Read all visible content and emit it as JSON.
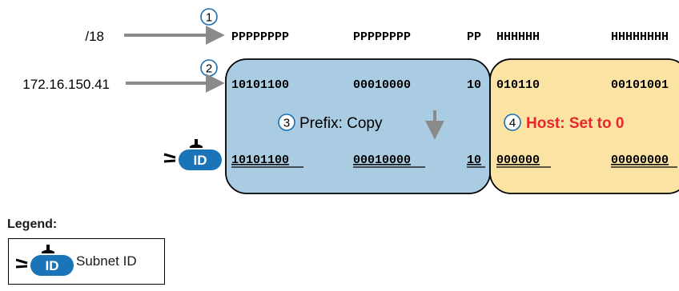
{
  "step_numbers": [
    "1",
    "2",
    "3",
    "4"
  ],
  "inputs": {
    "mask_label": "/18",
    "ip_label": "172.16.150.41"
  },
  "pattern_row": [
    "PPPPPPPP",
    "PPPPPPPP",
    "PP",
    "HHHHHH",
    "HHHHHHHH"
  ],
  "ip_row": [
    "10101100",
    "00010000",
    "10",
    "010110",
    "00101001"
  ],
  "id_row": [
    "10101100",
    "00010000",
    "10",
    "000000",
    "00000000"
  ],
  "prefix_rule": "Prefix: Copy",
  "host_rule": "Host: Set to 0",
  "subnet_icon_text": "ID",
  "legend": {
    "title": "Legend:",
    "items": [
      {
        "icon": "subnet-id-icon",
        "label": "Subnet ID"
      }
    ]
  },
  "colors": {
    "prefix_fill": "#a9cce3",
    "host_fill": "#fbe3a4",
    "host_text": "#e8262b",
    "circle_stroke": "#1b6fb2",
    "icon_blue": "#1b74b8",
    "arrow_gray": "#8a8a8a"
  }
}
